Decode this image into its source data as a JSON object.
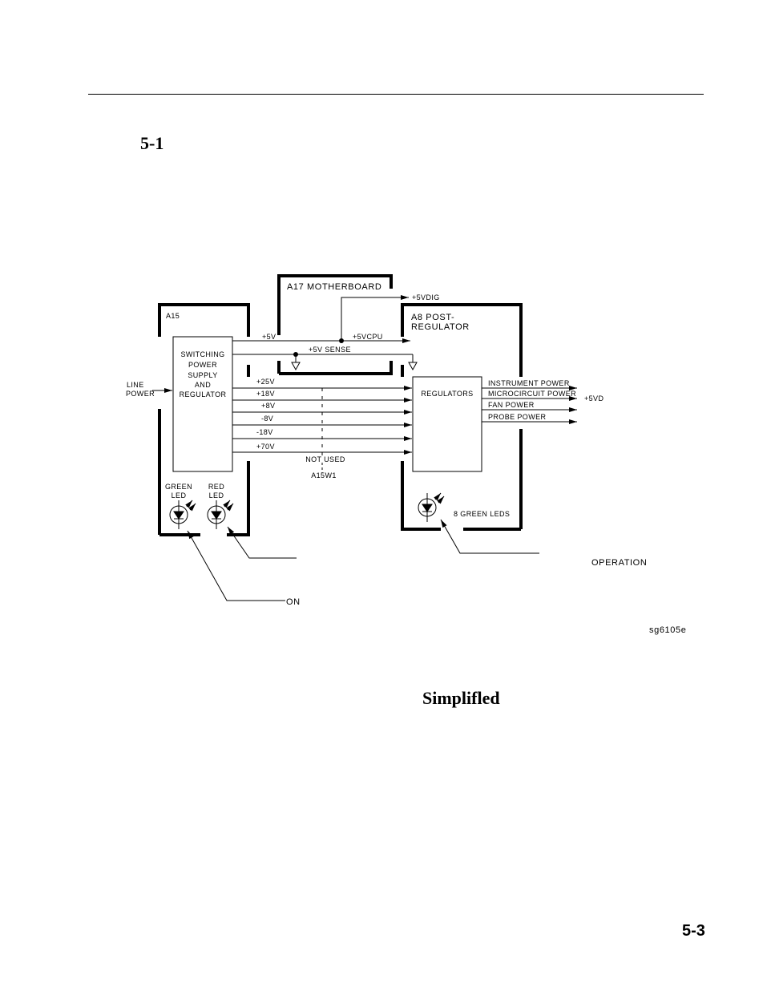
{
  "page": {
    "figure_number": "5-1",
    "caption_word": "Simplifled",
    "page_number": "5-3",
    "drawing_id": "sg6105e"
  },
  "diagram": {
    "a15_label": "A15",
    "a17_label": "A17 MOTHERBOARD",
    "a8_label_1": "A8 POST-",
    "a8_label_2": "REGULATOR",
    "supply_lines": [
      "SWITCHING",
      "POWER",
      "SUPPLY",
      "AND",
      "REGULATOR"
    ],
    "line_power_1": "LINE",
    "line_power_2": "POWER",
    "regulators_label": "REGULATORS",
    "v5": "+5V",
    "v5cpu": "+5VCPU",
    "v5sense": "+5V SENSE",
    "v5dig": "+5VDIG",
    "v25": "+25V",
    "v18": "+18V",
    "v8": "+8V",
    "vm8": "-8V",
    "vm18": "-18V",
    "v70": "+70V",
    "not_used": "NOT USED",
    "a15w1": "A15W1",
    "outputs": [
      "INSTRUMENT POWER",
      "MICROCIRCUIT POWER",
      "FAN POWER",
      "PROBE POWER"
    ],
    "v5vd": "+5VD",
    "green_led_1": "GREEN",
    "green_led_2": "LED",
    "red_led_1": "RED",
    "red_led_2": "LED",
    "green_leds": "8 GREEN LEDS",
    "operation": "OPERATION",
    "on_label": "ON"
  }
}
